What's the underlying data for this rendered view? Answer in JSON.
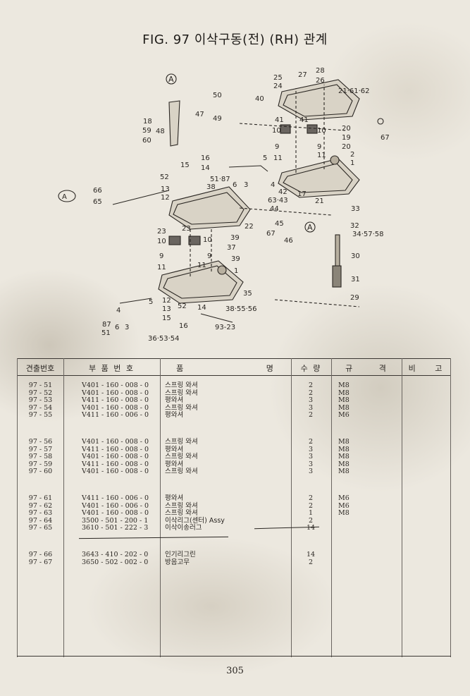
{
  "title": "FIG. 97 이삭구동(전) (RH) 관계",
  "table": {
    "headers": [
      "견출번호",
      "부 품 번 호",
      "품 명",
      "수 량",
      "규 격",
      "비 고"
    ],
    "groups": [
      [
        {
          "no": "97 - 51",
          "part": "V401 - 160 - 008 - 0",
          "name": "스프링 와셔",
          "qty": "2",
          "spec": "M8"
        },
        {
          "no": "97 - 52",
          "part": "V401 - 160 - 008 - 0",
          "name": "스프링 와셔",
          "qty": "2",
          "spec": "M8"
        },
        {
          "no": "97 - 53",
          "part": "V411 - 160 - 008 - 0",
          "name": "평와셔",
          "qty": "3",
          "spec": "M8"
        },
        {
          "no": "97 - 54",
          "part": "V401 - 160 - 008 - 0",
          "name": "스프링 와셔",
          "qty": "3",
          "spec": "M8"
        },
        {
          "no": "97 - 55",
          "part": "V411 - 160 - 006 - 0",
          "name": "평와셔",
          "qty": "2",
          "spec": "M6"
        }
      ],
      [
        {
          "no": "97 - 56",
          "part": "V401 - 160 - 008 - 0",
          "name": "스프링 와셔",
          "qty": "2",
          "spec": "M8"
        },
        {
          "no": "97 - 57",
          "part": "V411 - 160 - 008 - 0",
          "name": "평와셔",
          "qty": "3",
          "spec": "M8"
        },
        {
          "no": "97 - 58",
          "part": "V401 - 160 - 008 - 0",
          "name": "스프링 와셔",
          "qty": "3",
          "spec": "M8"
        },
        {
          "no": "97 - 59",
          "part": "V411 - 160 - 008 - 0",
          "name": "평와셔",
          "qty": "3",
          "spec": "M8"
        },
        {
          "no": "97 - 60",
          "part": "V401 - 160 - 008 - 0",
          "name": "스프링 와셔",
          "qty": "3",
          "spec": "M8"
        }
      ],
      [
        {
          "no": "97 - 61",
          "part": "V411 - 160 - 006 - 0",
          "name": "평와셔",
          "qty": "2",
          "spec": "M6"
        },
        {
          "no": "97 - 62",
          "part": "V401 - 160 - 006 - 0",
          "name": "스프링 와셔",
          "qty": "2",
          "spec": "M6"
        },
        {
          "no": "97 - 63",
          "part": "V401 - 160 - 008 - 0",
          "name": "스프링 와셔",
          "qty": "1",
          "spec": "M8"
        },
        {
          "no": "97 - 64",
          "part": "3500 - 501 - 200 - 1",
          "name": "이삭리그(센터) Assy",
          "qty": "2",
          "spec": ""
        },
        {
          "no": "97 - 65",
          "part": "3610 - 501 - 222 - 3",
          "name": "이삭이송러그",
          "qty": "14",
          "spec": ""
        }
      ],
      [
        {
          "no": "97 - 66",
          "part": "3643 - 410 - 202 - 0",
          "name": "인기리그린",
          "qty": "14",
          "spec": ""
        },
        {
          "no": "97 - 67",
          "part": "3650 - 502 - 002 - 0",
          "name": "방음고무",
          "qty": "2",
          "spec": ""
        }
      ]
    ]
  },
  "diagram_labels": [
    "25",
    "27",
    "28",
    "24",
    "26",
    "50",
    "40",
    "21·61·62",
    "47",
    "49",
    "18",
    "59",
    "60",
    "48",
    "41",
    "41",
    "10",
    "10",
    "20",
    "19",
    "9",
    "9",
    "20",
    "11",
    "11",
    "2",
    "1",
    "67",
    "16",
    "15",
    "14",
    "5",
    "52",
    "38",
    "51·87",
    "6",
    "3",
    "4",
    "13",
    "12",
    "42",
    "17",
    "63·43",
    "44",
    "21",
    "33",
    "66",
    "65",
    "45",
    "22",
    "67",
    "32",
    "34·57·58",
    "23",
    "23",
    "10",
    "10",
    "39",
    "37",
    "46",
    "9",
    "9",
    "39",
    "11",
    "11",
    "1",
    "30",
    "31",
    "35",
    "29",
    "12",
    "13",
    "52",
    "14",
    "38·55·56",
    "5",
    "4",
    "87",
    "6",
    "3",
    "51",
    "15",
    "16",
    "93-23",
    "36·53·54"
  ],
  "page_number": "305"
}
